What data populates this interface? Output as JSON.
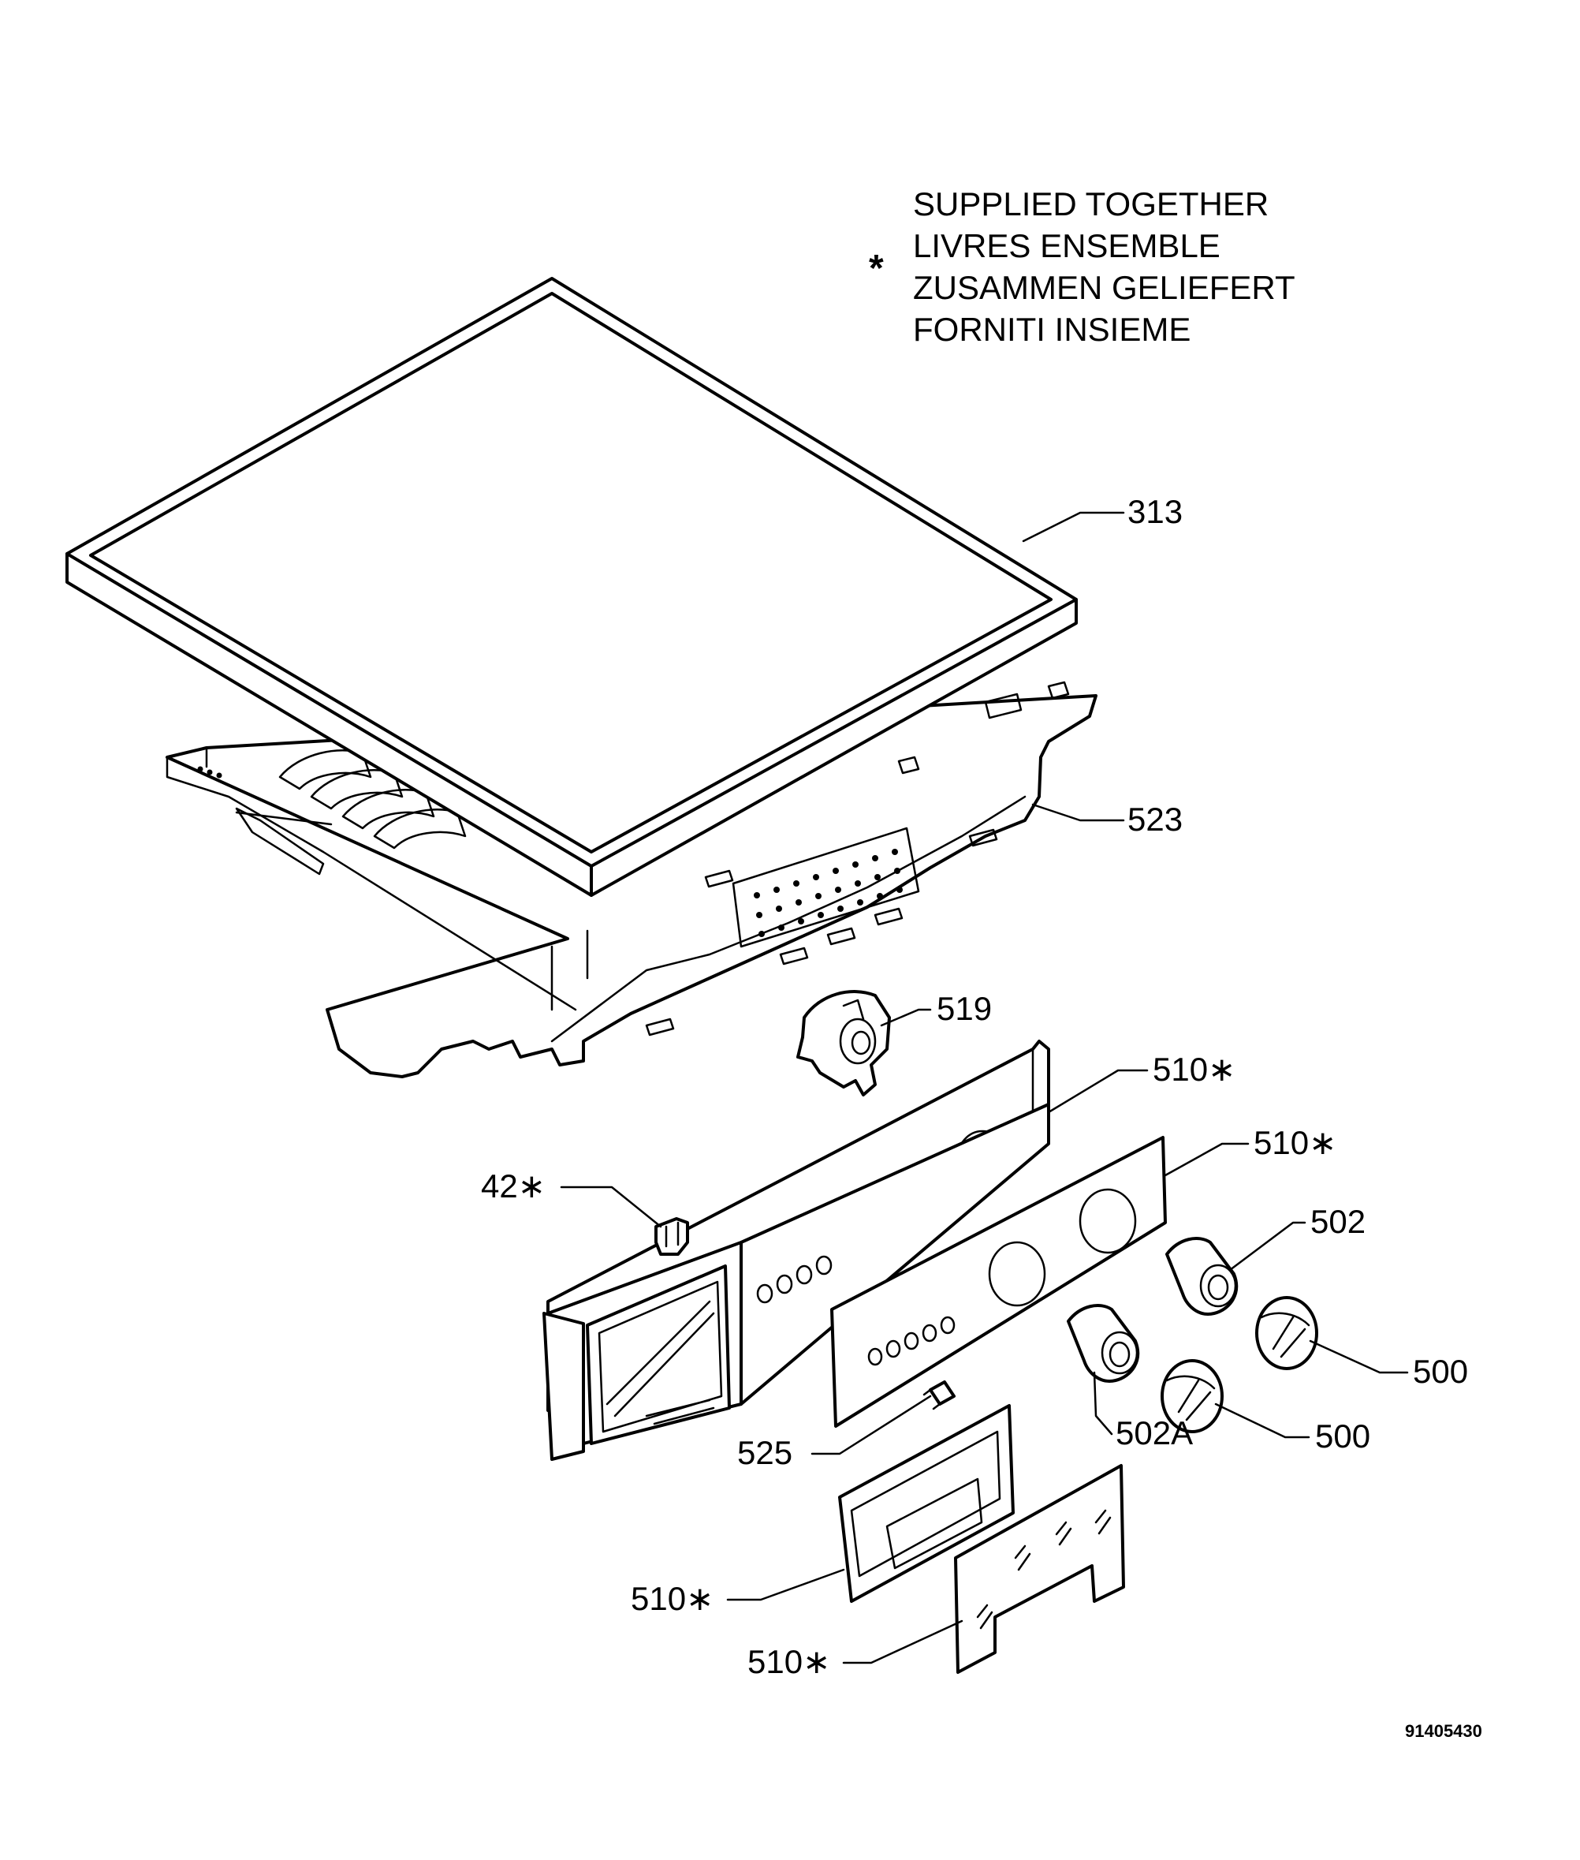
{
  "legend": {
    "symbol": "*",
    "lines": [
      "SUPPLIED TOGETHER",
      "LIVRES ENSEMBLE",
      "ZUSAMMEN GELIEFERT",
      "FORNITI INSIEME"
    ]
  },
  "callouts": {
    "c313": "313",
    "c523": "523",
    "c519": "519",
    "c510a": "510∗",
    "c510b": "510∗",
    "c42": "42∗",
    "c502": "502",
    "c500a": "500",
    "c500b": "500",
    "c502A": "502A",
    "c525": "525",
    "c510c": "510∗",
    "c510d": "510∗"
  },
  "drawing_id": "91405430"
}
